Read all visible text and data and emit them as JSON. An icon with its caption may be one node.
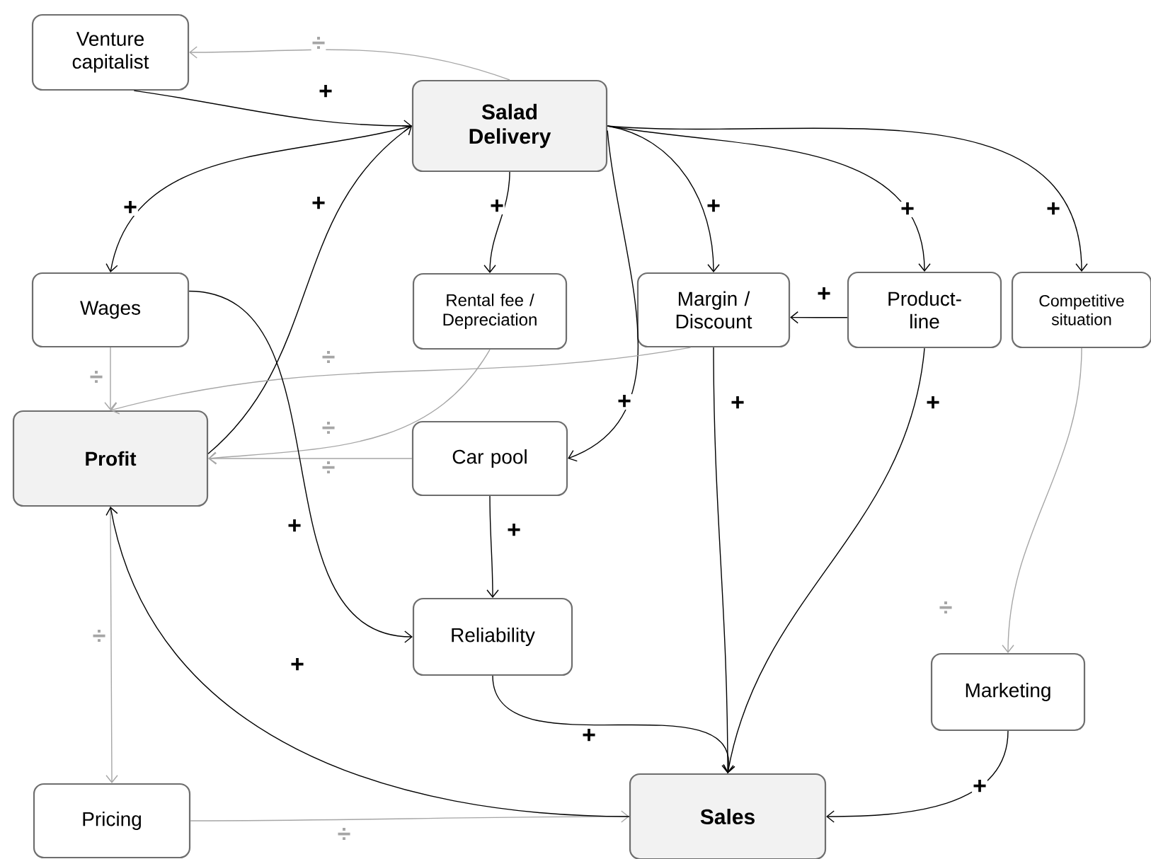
{
  "diagram": {
    "nodes": [
      {
        "text": [
          "Venture capitalist"
        ]
      },
      {
        "text": [
          "Salad Delivery"
        ]
      },
      {
        "text": [
          "Wages"
        ]
      },
      {
        "text": [
          "Rental fee / Depreciation"
        ]
      },
      {
        "text": [
          "Margin / Discount"
        ]
      },
      {
        "text": [
          "Product-line"
        ]
      },
      {
        "text": [
          "Competitive situation"
        ]
      },
      {
        "text": [
          "Profit"
        ]
      },
      {
        "text": [
          "Car pool"
        ]
      },
      {
        "text": [
          "Reliability"
        ]
      },
      {
        "text": [
          "Marketing"
        ]
      },
      {
        "text": [
          "Pricing"
        ]
      },
      {
        "text": [
          "Sales"
        ]
      }
    ],
    "edges": [
      {
        "from": 0,
        "to": 1,
        "arrow": "to",
        "label": "+"
      },
      {
        "from": 1,
        "to": 0,
        "arrow": "to",
        "label": "÷",
        "color": "#a6a6a6"
      },
      {
        "from": 1,
        "to": 2,
        "arrow": "to",
        "label": "+"
      },
      {
        "from": 7,
        "to": 1,
        "arrow": "to",
        "label": "+"
      },
      {
        "from": 1,
        "to": 3,
        "arrow": "to",
        "label": "+"
      },
      {
        "from": 1,
        "to": 4,
        "arrow": "to",
        "label": "+"
      },
      {
        "from": 1,
        "to": 5,
        "arrow": "to",
        "label": "+"
      },
      {
        "from": 1,
        "to": 6,
        "arrow": "to",
        "label": "+"
      },
      {
        "from": 1,
        "to": 8,
        "arrow": "to",
        "label": "+"
      },
      {
        "from": 5,
        "to": 4,
        "arrow": "to",
        "label": "+"
      },
      {
        "from": 2,
        "to": 7,
        "arrow": "to",
        "label": "÷",
        "color": "#a6a6a6"
      },
      {
        "from": 4,
        "to": 7,
        "arrow": "to",
        "label": "÷",
        "color": "#a6a6a6"
      },
      {
        "from": 3,
        "to": 7,
        "arrow": "to",
        "label": "÷",
        "color": "#a6a6a6"
      },
      {
        "from": 8,
        "to": 7,
        "arrow": "to",
        "label": "÷",
        "color": "#a6a6a6"
      },
      {
        "from": 2,
        "to": 9,
        "arrow": "to",
        "label": "+"
      },
      {
        "from": 8,
        "to": 9,
        "arrow": "to",
        "label": "+"
      },
      {
        "from": 4,
        "to": 12,
        "arrow": "to",
        "label": "+"
      },
      {
        "from": 5,
        "to": 12,
        "arrow": "to",
        "label": "+"
      },
      {
        "from": 9,
        "to": 12,
        "arrow": "to",
        "label": "+"
      },
      {
        "from": 6,
        "to": 10,
        "arrow": "to",
        "label": "÷",
        "color": "#a6a6a6"
      },
      {
        "from": 10,
        "to": 12,
        "arrow": "to",
        "label": "+"
      },
      {
        "from": 7,
        "to": 11,
        "arrow": "to",
        "label": "÷",
        "color": "#a6a6a6"
      },
      {
        "from": 11,
        "to": 12,
        "arrow": "to",
        "label": "÷",
        "color": "#a6a6a6"
      },
      {
        "from": 12,
        "to": 7,
        "arrow": "to",
        "label": "+"
      }
    ]
  }
}
